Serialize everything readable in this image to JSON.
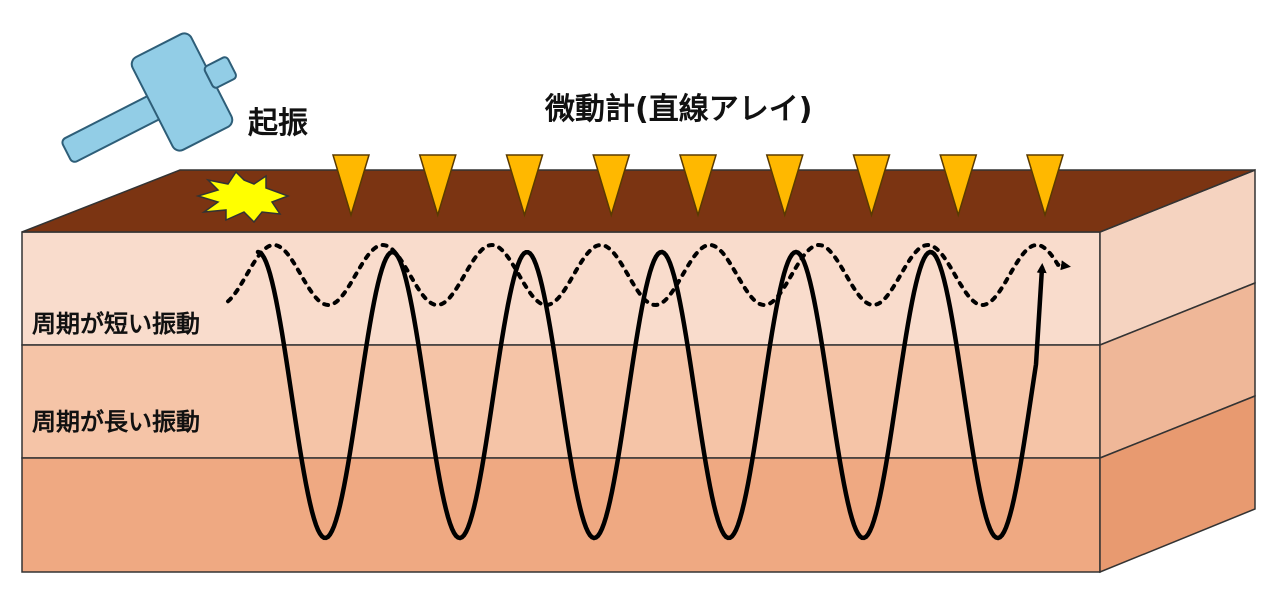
{
  "labels": {
    "source": "起振",
    "array": "微動計(直線アレイ)",
    "short_period": "周期が短い振動",
    "long_period": "周期が長い振動"
  },
  "colors": {
    "ground_surface": "#7b3412",
    "layer_top": "#f9dccc",
    "layer_middle": "#f5c4a7",
    "layer_bottom": "#efa982",
    "sensor": "#ffb800",
    "hammer": "#92cde6",
    "burst": "#ffff00",
    "wave": "#000000"
  },
  "icons": {
    "source": "hammer-icon",
    "impact": "impact-burst-icon",
    "sensor": "seismometer-triangle-icon"
  },
  "sensor_count": 9
}
